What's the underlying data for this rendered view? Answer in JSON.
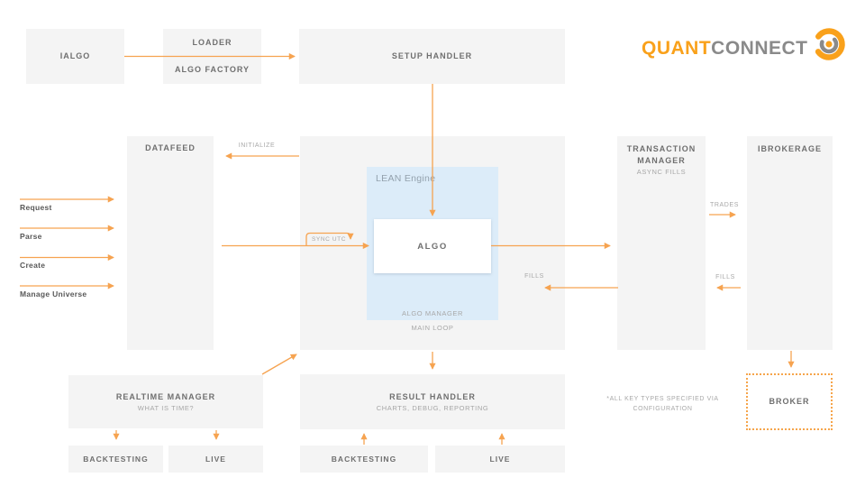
{
  "logo": {
    "brand_primary": "QUANT",
    "brand_secondary": "CONNECT",
    "icon": "quantconnect-swirl-icon"
  },
  "colors": {
    "accent_orange": "#F6A350",
    "logo_orange": "#F9A11B",
    "logo_gray": "#8A8A8A",
    "box_fill": "#F4F4F4",
    "lean_engine_fill": "#DCECF9",
    "heading_text": "#6F6F6F",
    "subtle_text": "#A6A6A6"
  },
  "nodes": {
    "ialgo": {
      "label": "IALGO"
    },
    "loader": {
      "line1": "LOADER",
      "line2": "ALGO FACTORY"
    },
    "setup_handler": {
      "label": "SETUP HANDLER"
    },
    "datafeed": {
      "label": "DATAFEED"
    },
    "lean_engine": {
      "label": "LEAN Engine",
      "algo": "ALGO",
      "algo_manager": "ALGO MANAGER",
      "main_loop": "MAIN LOOP"
    },
    "transaction_manager": {
      "line1": "TRANSACTION",
      "line2": "MANAGER",
      "subtitle": "ASYNC FILLS"
    },
    "ibrokerage": {
      "label": "IBROKERAGE"
    },
    "realtime_manager": {
      "label": "REALTIME MANAGER",
      "subtitle": "WHAT IS TIME?"
    },
    "result_handler": {
      "label": "RESULT HANDLER",
      "subtitle": "CHARTS, DEBUG, REPORTING"
    },
    "backtesting_left": {
      "label": "BACKTESTING"
    },
    "live_left": {
      "label": "LIVE"
    },
    "backtesting_center": {
      "label": "BACKTESTING"
    },
    "live_center": {
      "label": "LIVE"
    },
    "broker": {
      "label": "BROKER"
    }
  },
  "edge_labels": {
    "initialize": "INITIALIZE",
    "sync_utc": "SYNC UTC",
    "trades": "TRADES",
    "fills_center": "FILLS",
    "fills_right": "FILLS"
  },
  "left_inputs": {
    "request": "Request",
    "parse": "Parse",
    "create": "Create",
    "manage_universe": "Manage Universe"
  },
  "footnote": {
    "line1": "*ALL KEY TYPES SPECIFIED VIA",
    "line2": "CONFIGURATION"
  }
}
